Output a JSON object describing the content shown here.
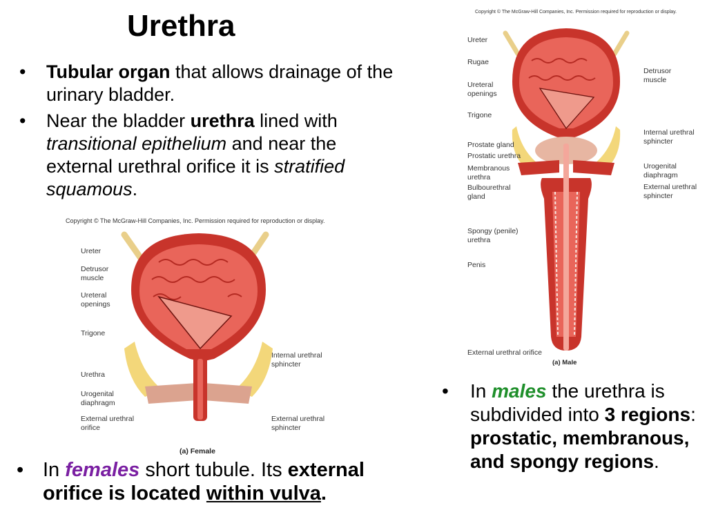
{
  "title": "Urethra",
  "bullets": [
    {
      "a_bold": "Tubular organ",
      "a_rest": " that allows drainage of the urinary bladder."
    },
    {
      "b_pre": "Near the bladder ",
      "b_bold": "urethra",
      "b_mid": " lined with ",
      "b_italic1": "transitional epithelium",
      "b_mid2": " and near the external urethral orifice it is ",
      "b_italic2": "stratified squamous",
      "b_end": "."
    }
  ],
  "female_figure": {
    "copyright": "Copyright © The McGraw-Hill Companies, Inc. Permission required for reproduction or display.",
    "labels": {
      "ureter": "Ureter",
      "detrusor": "Detrusor\nmuscle",
      "ureteral_openings": "Ureteral\nopenings",
      "trigone": "Trigone",
      "urethra": "Urethra",
      "urogenital": "Urogenital\ndiaphragm",
      "ext_orifice": "External urethral\norifice",
      "int_sphincter": "Internal urethral\nsphincter",
      "ext_sphincter": "External urethral\nsphincter"
    },
    "caption": "(a) Female"
  },
  "male_figure": {
    "copyright": "Copyright © The McGraw-Hill Companies, Inc. Permission required for reproduction or display.",
    "labels": {
      "ureter": "Ureter",
      "rugae": "Rugae",
      "ureteral_openings": "Ureteral\nopenings",
      "trigone": "Trigone",
      "prostate_gland": "Prostate gland",
      "prostatic_urethra": "Prostatic urethra",
      "membranous_urethra": "Membranous\nurethra",
      "bulbourethral": "Bulbourethral\ngland",
      "spongy_urethra": "Spongy (penile)\nurethra",
      "penis": "Penis",
      "ext_orifice": "External urethral orifice",
      "detrusor": "Detrusor\nmuscle",
      "int_sphincter": "Internal urethral\nsphincter",
      "urogenital": "Urogenital\ndiaphragm",
      "ext_sphincter": "External urethral\nsphincter"
    },
    "caption": "(a) Male"
  },
  "females_note": {
    "pre": "In ",
    "highlight": "females",
    "mid": " short tubule. Its ",
    "bold1": "external orifice is located ",
    "underline": "within vulva",
    "end": "."
  },
  "males_note": {
    "pre": "In ",
    "highlight": "males",
    "mid": " the urethra is subdivided into ",
    "bold_num": "3 regions",
    "colon": ": ",
    "bold_regions": "prostatic, membranous, and spongy regions",
    "end": "."
  },
  "colors": {
    "muscle_red": "#c8342b",
    "mucosa_pink": "#e9655a",
    "fat_yellow": "#f3d77a",
    "ureter_tan": "#e9cf8a",
    "purple": "#7a1fa2",
    "green": "#1f8f2b"
  }
}
